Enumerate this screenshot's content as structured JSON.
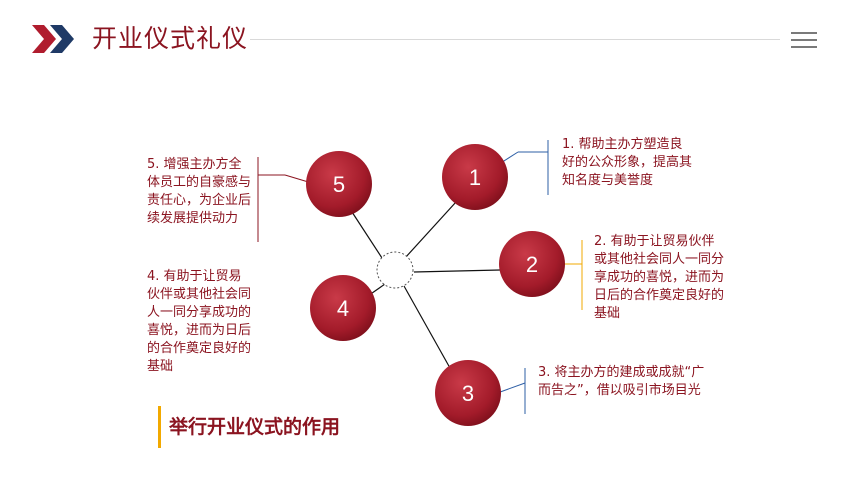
{
  "header": {
    "title": "开业仪式礼仪",
    "logo_icon": "double-chevron-icon",
    "menu_icon": "hamburger-menu-icon"
  },
  "colors": {
    "primary": "#8b1420",
    "node_fill": "#a81e2d",
    "accent_blue": "#2e5fa6",
    "accent_orange": "#f2a900"
  },
  "nodes": [
    {
      "id": "1",
      "text": "1. 帮助主办方塑造良好的公众形象，提高其知名度与美誉度"
    },
    {
      "id": "2",
      "text": "2. 有助于让贸易伙伴或其他社会同人一同分享成功的喜悦，进而为日后的合作奠定良好的基础"
    },
    {
      "id": "3",
      "text": "3. 将主办方的建成或成就“广而告之”，借以吸引市场目光"
    },
    {
      "id": "4",
      "text": "4. 有助于让贸易伙伴或其他社会同人一同分享成功的喜悦，进而为日后的合作奠定良好的基础"
    },
    {
      "id": "5",
      "text": "5. 增强主办方全体员工的自豪感与责任心，为企业后续发展提供动力"
    }
  ],
  "subtitle": "举行开业仪式的作用"
}
